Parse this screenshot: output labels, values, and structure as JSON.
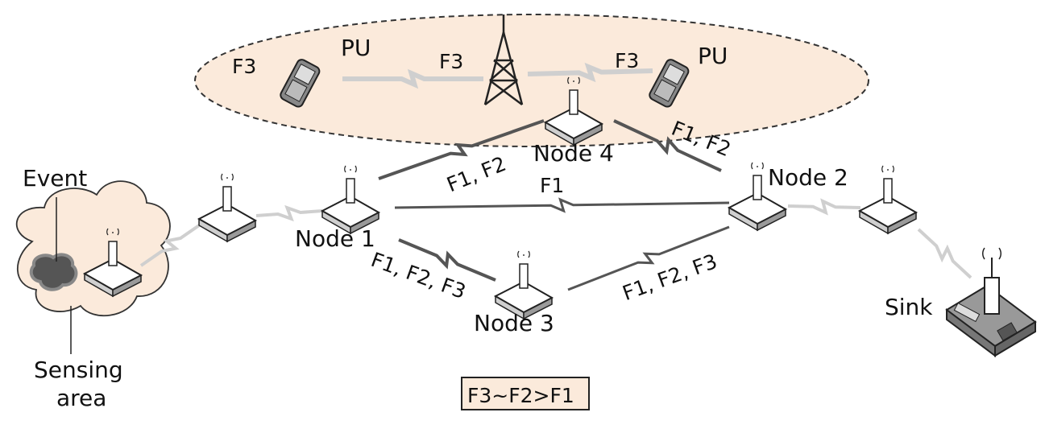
{
  "labels": {
    "event": "Event",
    "sensing_area_line1": "Sensing",
    "sensing_area_line2": "area",
    "pu_left": "PU",
    "pu_right": "PU",
    "f3_cloud": "F3",
    "f3_link_left": "F3",
    "f3_link_right": "F3",
    "node1": "Node 1",
    "node2": "Node 2",
    "node3": "Node 3",
    "node4": "Node 4",
    "sink": "Sink",
    "link_n1_n4": "F1, F2",
    "link_n4_n2": "F1, F2",
    "link_n1_n2": "F1",
    "link_n1_n3": "F1, F2, F3",
    "link_n3_n2": "F1, F2, F3"
  },
  "legend": {
    "text": "F3~F2>F1"
  },
  "colors": {
    "cloud_fill": "#fbeadb",
    "event_fill": "#5a5a5a",
    "strong_link": "#555555",
    "weak_link": "#cfcfcf",
    "node_fill": "#ffffff",
    "node_stroke": "#222222"
  }
}
